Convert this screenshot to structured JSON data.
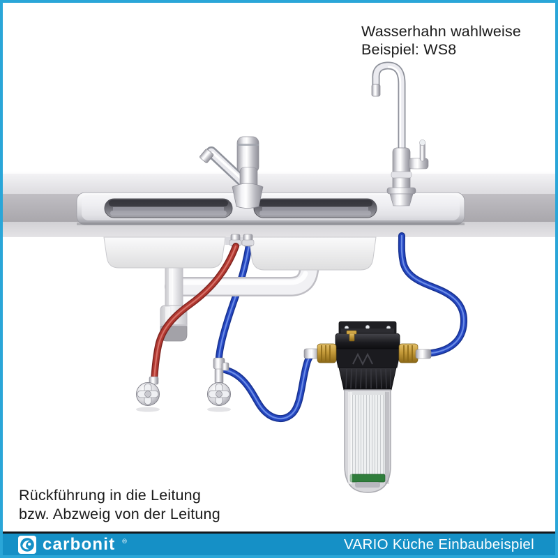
{
  "annotations": {
    "faucet_note_line1": "Wasserhahn wahlweise",
    "faucet_note_line2": "Beispiel: WS8",
    "return_note_line1": "Rückführung in die Leitung",
    "return_note_line2": "bzw. Abzweig von der Leitung"
  },
  "footer": {
    "brand": "carbonit",
    "brand_mark": "®",
    "caption": "VARIO Küche Einbaubeispiel"
  },
  "colors": {
    "border_blue": "#2aa6d8",
    "footer_blue": "#1590c6",
    "tube_blue": "#2446c0",
    "tube_red": "#b13830",
    "brass": "#c49a3a",
    "filter_green": "#2f7d3b"
  }
}
